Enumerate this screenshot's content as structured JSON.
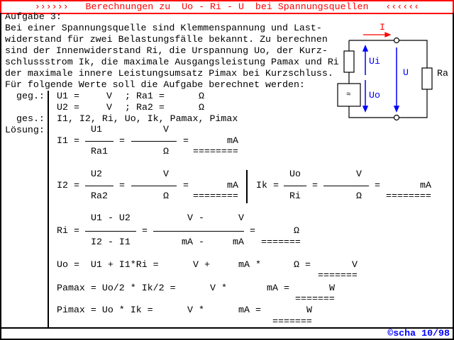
{
  "title": "››››››   Berechnungen zu  Uo - Ri - U  bei Spannungsquellen   ‹‹‹‹‹‹",
  "task": {
    "heading": "Aufgabe 3:",
    "lines": [
      "Bei einer Spannungsquelle sind Klemmenspannung und Last-",
      "widerstand für zwei Belastungsfälle bekannt. Zu berechnen",
      "sind der Innenwiderstand Ri, die Urspannung Uo, der Kurz-",
      "schlussstrom Ik, die maximale Ausgangsleistung Pamax und Ri",
      "der maximale innere Leistungsumsatz Pimax bei Kurzschluss.",
      "Für folgende Werte soll die Aufgabe berechnet werden:"
    ]
  },
  "given": {
    "label": "geg.:",
    "row1": {
      "u": "U1 =",
      "unit_v": "V",
      "ra": "; Ra1 =",
      "unit_ohm": "Ω"
    },
    "row2": {
      "u": "U2 =",
      "unit_v": "V",
      "ra": "; Ra2 =",
      "unit_ohm": "Ω"
    }
  },
  "sought": {
    "label": "ges.:",
    "text": "I1, I2, Ri, Uo, Ik, Pamax, Pimax"
  },
  "solution": {
    "label": "Lösung:",
    "i1": {
      "lhs": "I1 =",
      "num": "U1",
      "den": "Ra1",
      "eq": "=",
      "num2": "V",
      "den2": "Ω",
      "eq2": "=",
      "unit": "mA",
      "underline": "========"
    },
    "i2": {
      "lhs": "I2 =",
      "num": "U2",
      "den": "Ra2",
      "eq": "=",
      "num2": "V",
      "den2": "Ω",
      "eq2": "=",
      "unit": "mA",
      "underline": "========"
    },
    "ik": {
      "lhs": "Ik =",
      "num": "Uo",
      "den": "Ri",
      "eq": "=",
      "num2": "V",
      "den2": "Ω",
      "eq2": "=",
      "unit": "mA",
      "underline": "========"
    },
    "ri": {
      "lhs": "Ri =",
      "num": "U1 - U2",
      "den": "I2 - I1",
      "eq": "=",
      "num2a": "V -",
      "num2b": "V",
      "den2a": "mA -",
      "den2b": "mA",
      "eq2": "=",
      "unit": "Ω",
      "underline": "======="
    },
    "uo": {
      "expr": "Uo =  U1 + I1*Ri =",
      "v": "V +",
      "ma": "mA *",
      "ohm": "Ω =",
      "unit": "V",
      "underline": "======="
    },
    "pamax": {
      "expr": "Pamax = Uo/2 * Ik/2 =",
      "v": "V *",
      "ma": "mA =",
      "unit": "W",
      "underline": "======="
    },
    "pimax": {
      "expr": "Pimax = Uo * Ik =",
      "v": "V *",
      "ma": "mA =",
      "unit": "W",
      "underline": "======="
    }
  },
  "circuit": {
    "current": "I",
    "ui": "Ui",
    "uo": "Uo",
    "u": "U",
    "ra": "Ra",
    "source_symbol": "≈"
  },
  "footer": "©scha 10/98",
  "colors": {
    "title": "#ff0000",
    "voltage": "#0000ff",
    "current": "#ff0000",
    "footer": "#0000ff"
  }
}
